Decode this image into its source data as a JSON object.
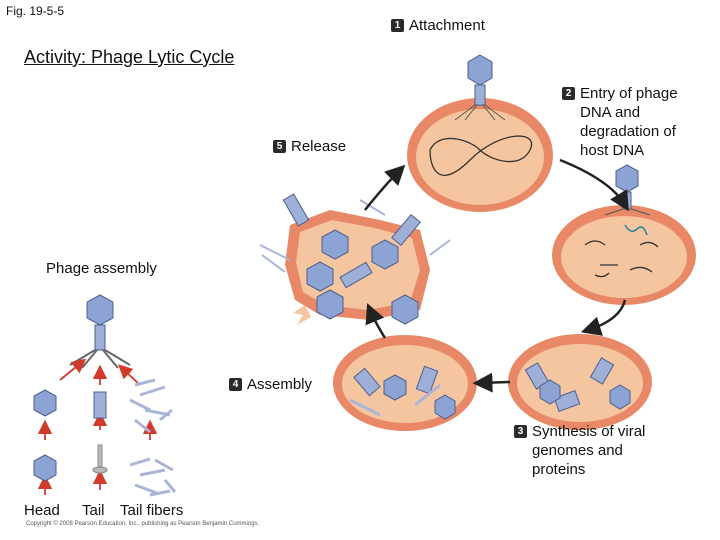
{
  "figure_label": "Fig. 19-5-5",
  "title": "Activity: Phage Lytic Cycle",
  "steps": [
    {
      "num": "1",
      "text": "Attachment"
    },
    {
      "num": "2",
      "text": "Entry of phage DNA and degradation of host DNA"
    },
    {
      "num": "3",
      "text": "Synthesis of viral genomes and proteins"
    },
    {
      "num": "4",
      "text": "Assembly"
    },
    {
      "num": "5",
      "text": "Release"
    }
  ],
  "assembly": {
    "heading": "Phage assembly",
    "parts": [
      "Head",
      "Tail",
      "Tail fibers"
    ]
  },
  "copyright": "Copyright © 2008 Pearson Education, Inc., publishing as Pearson Benjamin Cummings.",
  "colors": {
    "cell_outer": "#e98866",
    "cell_inner": "#f4c59f",
    "phage": "#7d95c8",
    "arrow": "#222222",
    "red_arrow": "#d23a2a"
  }
}
